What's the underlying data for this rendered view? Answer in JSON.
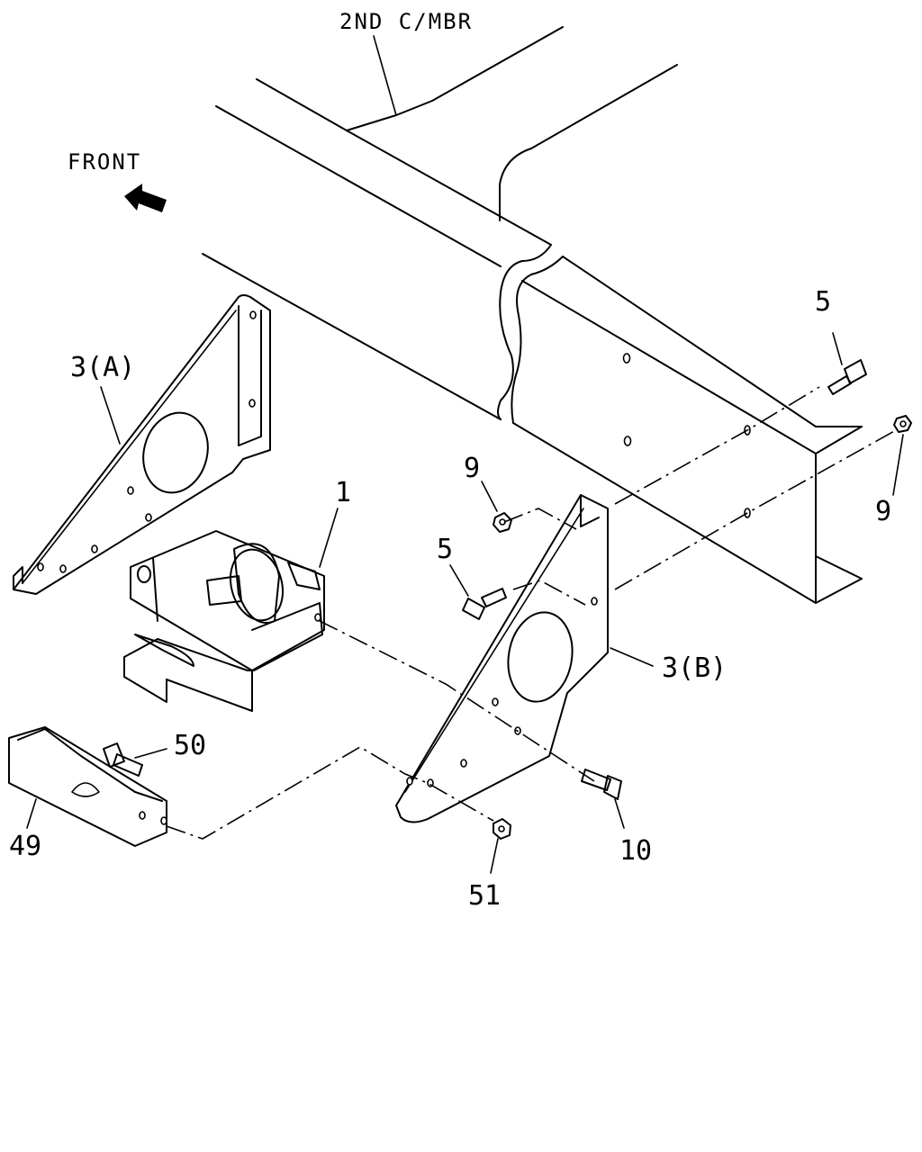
{
  "labels": {
    "member": "2ND C/MBR",
    "front": "FRONT",
    "bracket_a": "3(A)",
    "bracket_b": "3(B)",
    "mount": "1",
    "bolt_5_top": "5",
    "bolt_5_mid": "5",
    "nut_9_left": "9",
    "nut_9_right": "9",
    "bolt_10": "10",
    "cover": "49",
    "bolt_50": "50",
    "nut_51": "51"
  },
  "icons": {
    "front_arrow": "front-arrow-icon"
  }
}
